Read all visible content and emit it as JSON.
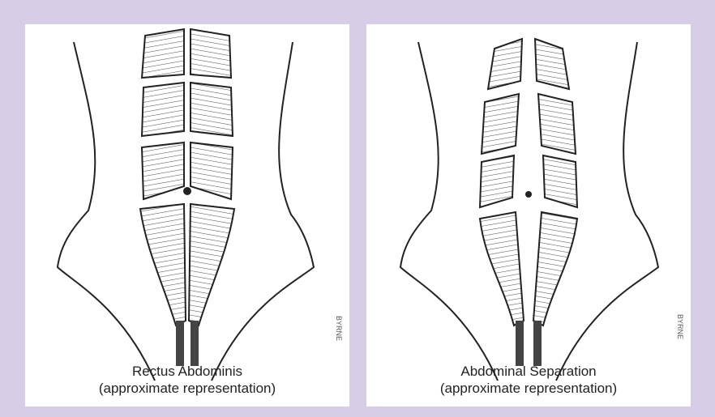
{
  "figure": {
    "panels": [
      {
        "caption_line1": "Rectus Abdominis",
        "caption_line2": "(approximate representation)",
        "signature": "BYRNE"
      },
      {
        "caption_line1": "Abdominal Separation",
        "caption_line2": "(approximate representation)",
        "signature": "BYRNE"
      }
    ],
    "colors": {
      "background": "#d8cde6",
      "panel": "#ffffff",
      "ink": "#222222"
    }
  }
}
